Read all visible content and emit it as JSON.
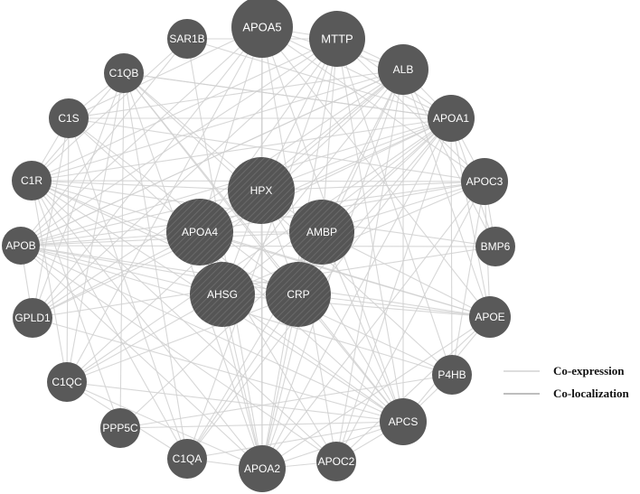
{
  "nodes": [
    {
      "id": "APOA5",
      "label": "APOA5",
      "size": "large-outer"
    },
    {
      "id": "MTTP",
      "label": "MTTP",
      "size": "large-outer"
    },
    {
      "id": "ALB",
      "label": "ALB",
      "size": "medium-outer"
    },
    {
      "id": "APOA1",
      "label": "APOA1",
      "size": "medium-outer"
    },
    {
      "id": "APOC3",
      "label": "APOC3",
      "size": "medium-outer"
    },
    {
      "id": "BMP6",
      "label": "BMP6",
      "size": "small-outer"
    },
    {
      "id": "APOE",
      "label": "APOE",
      "size": "small-outer"
    },
    {
      "id": "P4HB",
      "label": "P4HB",
      "size": "small-outer"
    },
    {
      "id": "APCS",
      "label": "APCS",
      "size": "medium-outer"
    },
    {
      "id": "APOC2",
      "label": "APOC2",
      "size": "small-outer"
    },
    {
      "id": "APOA2",
      "label": "APOA2",
      "size": "medium-outer"
    },
    {
      "id": "C1QA",
      "label": "C1QA",
      "size": "small-outer"
    },
    {
      "id": "PPP5C",
      "label": "PPP5C",
      "size": "small-outer"
    },
    {
      "id": "C1QC",
      "label": "C1QC",
      "size": "small-outer"
    },
    {
      "id": "GPLD1",
      "label": "GPLD1",
      "size": "small-outer"
    },
    {
      "id": "APOB",
      "label": "APOB",
      "size": "small-outer"
    },
    {
      "id": "C1R",
      "label": "C1R",
      "size": "small-outer"
    },
    {
      "id": "C1S",
      "label": "C1S",
      "size": "small-outer"
    },
    {
      "id": "C1QB",
      "label": "C1QB",
      "size": "small-outer"
    },
    {
      "id": "SAR1B",
      "label": "SAR1B",
      "size": "small-outer"
    },
    {
      "id": "HPX",
      "label": "HPX",
      "size": "query"
    },
    {
      "id": "APOA4",
      "label": "APOA4",
      "size": "query"
    },
    {
      "id": "AMBP",
      "label": "AMBP",
      "size": "query"
    },
    {
      "id": "AHSG",
      "label": "AHSG",
      "size": "query"
    },
    {
      "id": "CRP",
      "label": "CRP",
      "size": "query"
    }
  ],
  "edges": [
    [
      "HPX",
      "APOA5"
    ],
    [
      "HPX",
      "MTTP"
    ],
    [
      "HPX",
      "ALB"
    ],
    [
      "HPX",
      "APOA1"
    ],
    [
      "HPX",
      "APOC3"
    ],
    [
      "HPX",
      "APOB"
    ],
    [
      "HPX",
      "C1QB"
    ],
    [
      "HPX",
      "APCS"
    ],
    [
      "HPX",
      "APOA2"
    ],
    [
      "HPX",
      "AMBP"
    ],
    [
      "HPX",
      "APOA4"
    ],
    [
      "HPX",
      "AHSG"
    ],
    [
      "HPX",
      "CRP"
    ],
    [
      "HPX",
      "C1R"
    ],
    [
      "APOA4",
      "APOA5"
    ],
    [
      "APOA4",
      "MTTP"
    ],
    [
      "APOA4",
      "APOA1"
    ],
    [
      "APOA4",
      "APOC3"
    ],
    [
      "APOA4",
      "APOB"
    ],
    [
      "APOA4",
      "APOE"
    ],
    [
      "APOA4",
      "APOC2"
    ],
    [
      "APOA4",
      "APOA2"
    ],
    [
      "APOA4",
      "ALB"
    ],
    [
      "APOA4",
      "AMBP"
    ],
    [
      "APOA4",
      "AHSG"
    ],
    [
      "APOA4",
      "GPLD1"
    ],
    [
      "AMBP",
      "ALB"
    ],
    [
      "AMBP",
      "APOA1"
    ],
    [
      "AMBP",
      "APOC3"
    ],
    [
      "AMBP",
      "APOB"
    ],
    [
      "AMBP",
      "APCS"
    ],
    [
      "AMBP",
      "APOA2"
    ],
    [
      "AMBP",
      "C1QA"
    ],
    [
      "AMBP",
      "APOE"
    ],
    [
      "AMBP",
      "CRP"
    ],
    [
      "AMBP",
      "MTTP"
    ],
    [
      "AHSG",
      "ALB"
    ],
    [
      "AHSG",
      "APOA1"
    ],
    [
      "AHSG",
      "APOB"
    ],
    [
      "AHSG",
      "APOA2"
    ],
    [
      "AHSG",
      "APCS"
    ],
    [
      "AHSG",
      "CRP"
    ],
    [
      "AHSG",
      "C1QC"
    ],
    [
      "AHSG",
      "APOC3"
    ],
    [
      "AHSG",
      "APOE"
    ],
    [
      "CRP",
      "APCS"
    ],
    [
      "CRP",
      "APOA1"
    ],
    [
      "CRP",
      "APOB"
    ],
    [
      "CRP",
      "C1QA"
    ],
    [
      "CRP",
      "C1QB"
    ],
    [
      "CRP",
      "C1QC"
    ],
    [
      "CRP",
      "C1S"
    ],
    [
      "CRP",
      "C1R"
    ],
    [
      "CRP",
      "APOA2"
    ],
    [
      "CRP",
      "ALB"
    ],
    [
      "CRP",
      "APOE"
    ],
    [
      "APOB",
      "APOA5"
    ],
    [
      "APOB",
      "MTTP"
    ],
    [
      "APOB",
      "ALB"
    ],
    [
      "APOB",
      "APOA1"
    ],
    [
      "APOB",
      "APOC3"
    ],
    [
      "APOB",
      "APOE"
    ],
    [
      "APOB",
      "APOC2"
    ],
    [
      "APOB",
      "APOA2"
    ],
    [
      "APOB",
      "P4HB"
    ],
    [
      "APOB",
      "APCS"
    ],
    [
      "APOB",
      "BMP6"
    ],
    [
      "APOB",
      "SAR1B"
    ],
    [
      "APOA1",
      "APOA5"
    ],
    [
      "APOA1",
      "MTTP"
    ],
    [
      "APOA1",
      "ALB"
    ],
    [
      "APOA1",
      "APOC3"
    ],
    [
      "APOA1",
      "APOE"
    ],
    [
      "APOA1",
      "APOA2"
    ],
    [
      "APOA1",
      "APOC2"
    ],
    [
      "APOA1",
      "GPLD1"
    ],
    [
      "APOA1",
      "C1R"
    ],
    [
      "APOA1",
      "C1S"
    ],
    [
      "APOA1",
      "C1QB"
    ],
    [
      "APOC3",
      "APOA5"
    ],
    [
      "APOC3",
      "APOE"
    ],
    [
      "APOC3",
      "APOC2"
    ],
    [
      "APOC3",
      "APOA2"
    ],
    [
      "APOC3",
      "MTTP"
    ],
    [
      "APOC3",
      "C1R"
    ],
    [
      "APOC3",
      "C1S"
    ],
    [
      "APOE",
      "APOA5"
    ],
    [
      "APOE",
      "APOC2"
    ],
    [
      "APOE",
      "APOA2"
    ],
    [
      "APOE",
      "ALB"
    ],
    [
      "APOE",
      "APCS"
    ],
    [
      "APOE",
      "C1R"
    ],
    [
      "APCS",
      "C1QA"
    ],
    [
      "APCS",
      "C1QB"
    ],
    [
      "APCS",
      "C1QC"
    ],
    [
      "APCS",
      "ALB"
    ],
    [
      "APCS",
      "APOA2"
    ],
    [
      "APCS",
      "C1S"
    ],
    [
      "APCS",
      "C1R"
    ],
    [
      "APCS",
      "APOA5"
    ],
    [
      "APCS",
      "MTTP"
    ],
    [
      "APOA2",
      "ALB"
    ],
    [
      "APOA2",
      "APOC2"
    ],
    [
      "APOA2",
      "C1QA"
    ],
    [
      "APOA2",
      "C1QB"
    ],
    [
      "APOA2",
      "C1QC"
    ],
    [
      "APOA2",
      "MTTP"
    ],
    [
      "APOA2",
      "C1R"
    ],
    [
      "C1QA",
      "C1QB"
    ],
    [
      "C1QA",
      "C1QC"
    ],
    [
      "C1QB",
      "C1QC"
    ],
    [
      "C1QA",
      "C1R"
    ],
    [
      "C1QA",
      "C1S"
    ],
    [
      "C1QB",
      "C1R"
    ],
    [
      "C1QB",
      "C1S"
    ],
    [
      "C1QC",
      "C1R"
    ],
    [
      "C1QC",
      "C1S"
    ],
    [
      "C1R",
      "C1S"
    ],
    [
      "ALB",
      "MTTP"
    ],
    [
      "ALB",
      "APOA5"
    ],
    [
      "ALB",
      "GPLD1"
    ],
    [
      "ALB",
      "BMP6"
    ],
    [
      "ALB",
      "C1QC"
    ],
    [
      "ALB",
      "C1R"
    ],
    [
      "ALB",
      "C1S"
    ],
    [
      "ALB",
      "APOB"
    ],
    [
      "MTTP",
      "P4HB"
    ],
    [
      "MTTP",
      "SAR1B"
    ],
    [
      "MTTP",
      "APOA5"
    ],
    [
      "MTTP",
      "C1QA"
    ],
    [
      "MTTP",
      "C1R"
    ],
    [
      "MTTP",
      "GPLD1"
    ],
    [
      "P4HB",
      "APOA1"
    ],
    [
      "P4HB",
      "C1R"
    ],
    [
      "P4HB",
      "C1QB"
    ],
    [
      "P4HB",
      "APCS"
    ],
    [
      "P4HB",
      "PPP5C"
    ],
    [
      "P4HB",
      "APOC3"
    ],
    [
      "BMP6",
      "APOC3"
    ],
    [
      "BMP6",
      "APOA1"
    ],
    [
      "BMP6",
      "C1R"
    ],
    [
      "BMP6",
      "GPLD1"
    ],
    [
      "GPLD1",
      "APOB"
    ],
    [
      "GPLD1",
      "C1QB"
    ],
    [
      "GPLD1",
      "C1S"
    ],
    [
      "GPLD1",
      "APOA5"
    ],
    [
      "GPLD1",
      "APCS"
    ],
    [
      "PPP5C",
      "C1QB"
    ],
    [
      "PPP5C",
      "C1R"
    ],
    [
      "PPP5C",
      "APOA1"
    ],
    [
      "PPP5C",
      "APCS"
    ],
    [
      "SAR1B",
      "APOA1"
    ],
    [
      "SAR1B",
      "C1R"
    ],
    [
      "SAR1B",
      "APOA2"
    ],
    [
      "APOC2",
      "APOA5"
    ],
    [
      "APOC2",
      "C1R"
    ],
    [
      "APOC2",
      "ALB"
    ],
    [
      "APOC2",
      "APCS"
    ],
    [
      "APOA5",
      "C1QC"
    ],
    [
      "APOA5",
      "APOA2"
    ],
    [
      "APOA5",
      "C1S"
    ],
    [
      "C1QB",
      "APOA1"
    ],
    [
      "C1QC",
      "APOA1"
    ],
    [
      "C1QA",
      "APOA1"
    ]
  ],
  "legend": [
    {
      "label": "Co-expression",
      "color": "#d2d2d2"
    },
    {
      "label": "Co-localization",
      "color": "#a8a8a8"
    }
  ],
  "colors": {
    "node_fill": "#595959",
    "query_fill": "#555555",
    "query_hatch": "#6e6e6e",
    "edge": "#d0d0d0",
    "label": "#ffffff"
  }
}
